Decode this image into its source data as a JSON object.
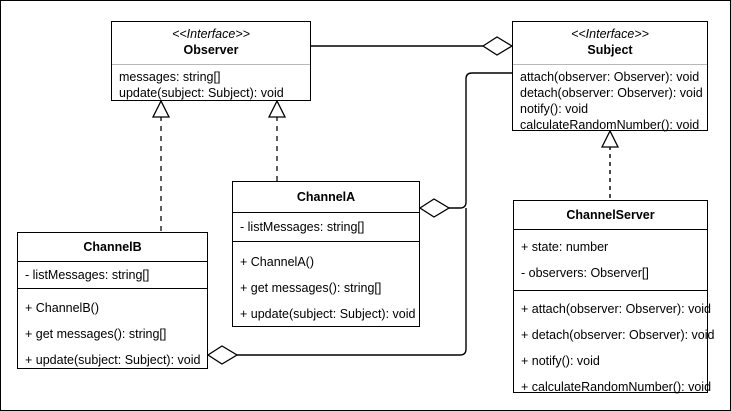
{
  "diagram": {
    "type": "uml-class-diagram",
    "title": "Observer Pattern Class Diagram",
    "background": "#ffffff",
    "line_color": "#000000",
    "divider_color": "#b8b8b8"
  },
  "classes": {
    "observer": {
      "stereotype": "<<Interface>>",
      "name": "Observer",
      "attributes": [
        "messages: string[]",
        "update(subject: Subject): void"
      ]
    },
    "subject": {
      "stereotype": "<<Interface>>",
      "name": "Subject",
      "attributes": [
        "attach(observer: Observer): void",
        "detach(observer: Observer): void",
        "notify(): void",
        "calculateRandomNumber(): void"
      ]
    },
    "channela": {
      "name": "ChannelA",
      "attributes": [
        "- listMessages: string[]"
      ],
      "methods": [
        "+ ChannelA()",
        "+ get messages(): string[]",
        "+ update(subject: Subject): void"
      ]
    },
    "channelb": {
      "name": "ChannelB",
      "attributes": [
        "- listMessages: string[]"
      ],
      "methods": [
        "+ ChannelB()",
        "+ get messages(): string[]",
        "+ update(subject: Subject): void"
      ]
    },
    "channelserver": {
      "name": "ChannelServer",
      "attributes": [
        "+ state: number",
        "- observers: Observer[]"
      ],
      "methods": [
        "+ attach(observer: Observer): void",
        "+ detach(observer: Observer): void",
        "+ notify(): void",
        "+ calculateRandomNumber(): void"
      ]
    }
  },
  "relationships": [
    {
      "name": "observer-aggregates-subject",
      "kind": "aggregation",
      "from": "Observer",
      "to": "Subject",
      "diamond_at": "Subject"
    },
    {
      "name": "channelb-realizes-observer",
      "kind": "realization",
      "from": "ChannelB",
      "to": "Observer",
      "arrow_at": "Observer"
    },
    {
      "name": "channela-realizes-observer",
      "kind": "realization",
      "from": "ChannelA",
      "to": "Observer",
      "arrow_at": "Observer"
    },
    {
      "name": "channelserver-realizes-subject",
      "kind": "realization",
      "from": "ChannelServer",
      "to": "Subject",
      "arrow_at": "Subject"
    },
    {
      "name": "channela-aggregation-subject",
      "kind": "aggregation",
      "from": "ChannelA",
      "to": "Subject",
      "diamond_at": "ChannelA"
    },
    {
      "name": "channelb-aggregation-subject",
      "kind": "aggregation",
      "from": "ChannelB",
      "to": "Subject",
      "diamond_at": "ChannelB"
    }
  ]
}
